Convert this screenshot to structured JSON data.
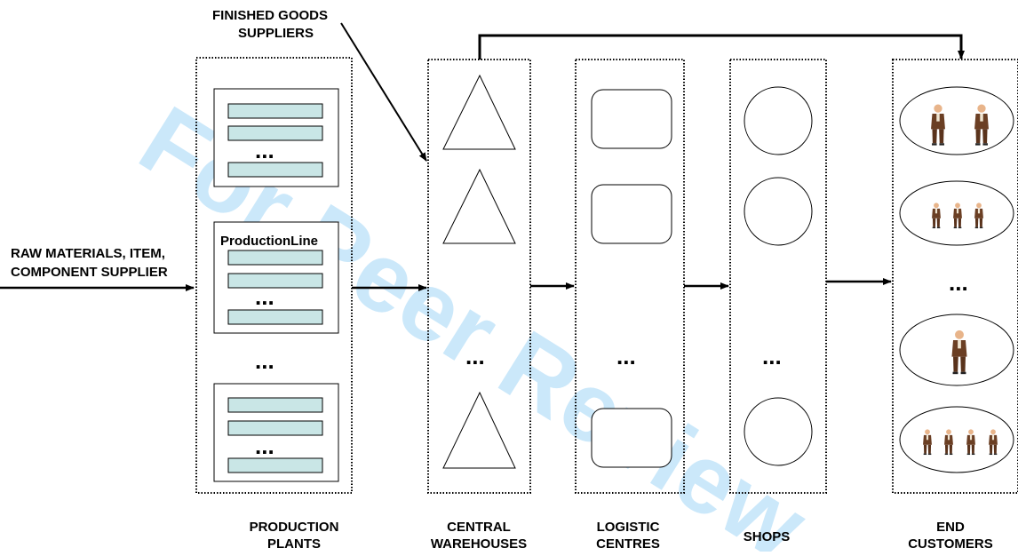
{
  "watermark": "For Peer Review",
  "labels": {
    "finished_goods_1": "FINISHED GOODS",
    "finished_goods_2": "SUPPLIERS",
    "raw_materials_1": "RAW MATERIALS, ITEM,",
    "raw_materials_2": "COMPONENT SUPPLIER",
    "production_line": "ProductionLine",
    "production_plants_1": "PRODUCTION",
    "production_plants_2": "PLANTS",
    "central_warehouses_1": "CENTRAL",
    "central_warehouses_2": "WAREHOUSES",
    "logistic_centres_1": "LOGISTIC",
    "logistic_centres_2": "CENTRES",
    "shops": "SHOPS",
    "end_customers_1": "END",
    "end_customers_2": "CUSTOMERS"
  },
  "ellipsis": "..."
}
